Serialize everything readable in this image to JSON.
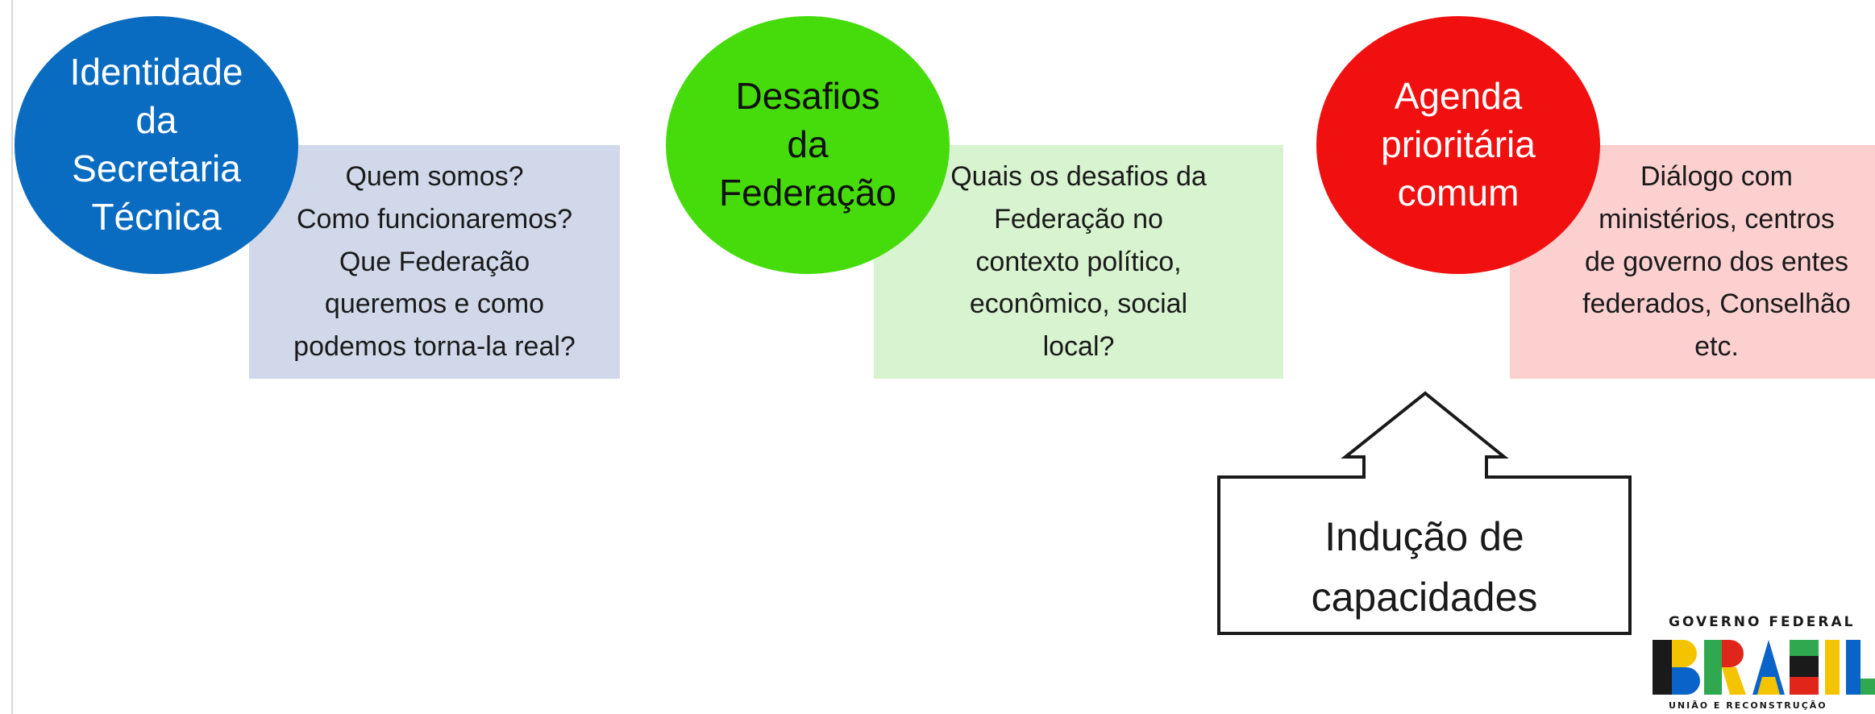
{
  "diagram": {
    "stages": [
      {
        "circle_text": "Identidade\nda\nSecretaria\nTécnica",
        "circle_color": "#0a6cc1",
        "card_text": "Quem somos?\nComo funcionaremos?\nQue Federação\nqueremos e  como\npodemos torna-la real?",
        "card_color": "#d0d8ea"
      },
      {
        "circle_text": "Desafios\nda\nFederação",
        "circle_color": "#46dc0c",
        "card_text": "Quais os desafios da\nFederação no\ncontexto político,\neconômico, social\nlocal?",
        "card_color": "#d7f3cf"
      },
      {
        "circle_text": "Agenda\nprioritária\ncomum",
        "circle_color": "#f01010",
        "card_text": "Diálogo com\nministérios, centros\nde governo dos entes\nfederados, Conselhão\netc.",
        "card_color": "#fdd0d0"
      }
    ],
    "arrow_callout": {
      "text": "Indução de\ncapacidades",
      "icon": "up-arrow-icon"
    }
  },
  "logo": {
    "top_text": "GOVERNO FEDERAL",
    "mark_text": "BRASIL",
    "bottom_text": "UNIÃO E RECONSTRUÇÃO",
    "colors": [
      "#f5c400",
      "#0a63c8",
      "#2fa84f",
      "#e0261b",
      "#1a1a1a"
    ]
  }
}
